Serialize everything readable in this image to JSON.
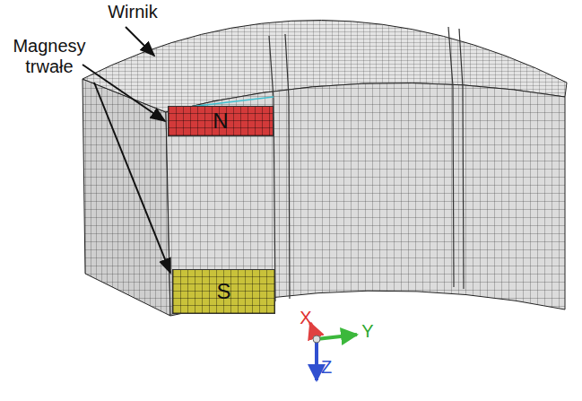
{
  "diagram": {
    "nodes": [
      {
        "text": [
          "N"
        ]
      },
      {
        "text": [
          "S"
        ]
      }
    ],
    "edges": [],
    "labels": [
      "Wirnik",
      "Magnesy trwałe",
      "X",
      "Y",
      "Z"
    ]
  }
}
